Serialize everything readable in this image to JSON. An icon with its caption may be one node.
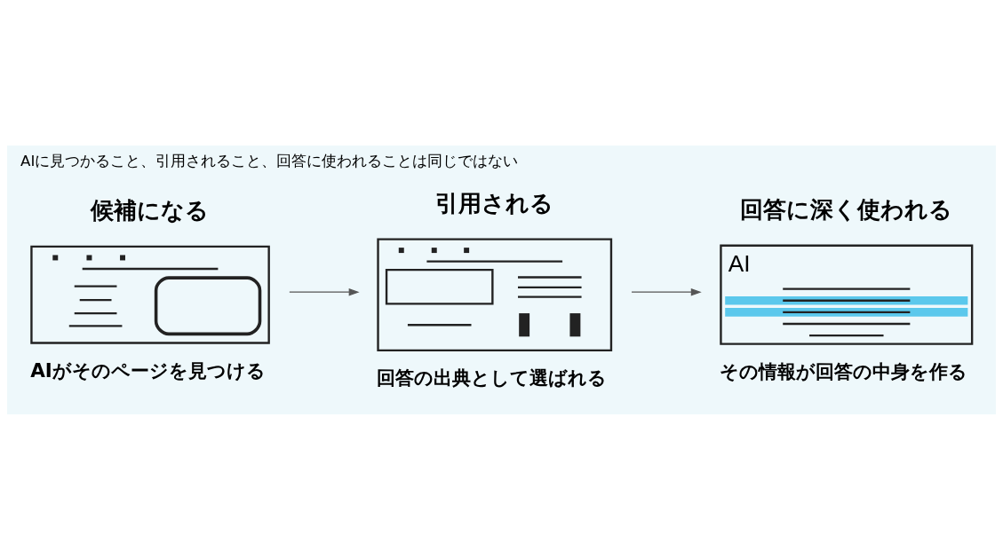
{
  "diagram": {
    "title": "AIに見つかること、引用されること、回答に使われることは同じではない",
    "nodes": [
      {
        "text": [
          "候補になる",
          "AIがそのページを見つける"
        ]
      },
      {
        "text": [
          "引用される",
          "回答の出典として選ばれる"
        ]
      },
      {
        "text": [
          "回答に深く使われる",
          "AI",
          "その情報が回答の中身を作る"
        ]
      }
    ],
    "edges": [
      {
        "from": 0,
        "to": 1,
        "arrow": "to"
      },
      {
        "from": 1,
        "to": 2,
        "arrow": "to"
      }
    ]
  }
}
